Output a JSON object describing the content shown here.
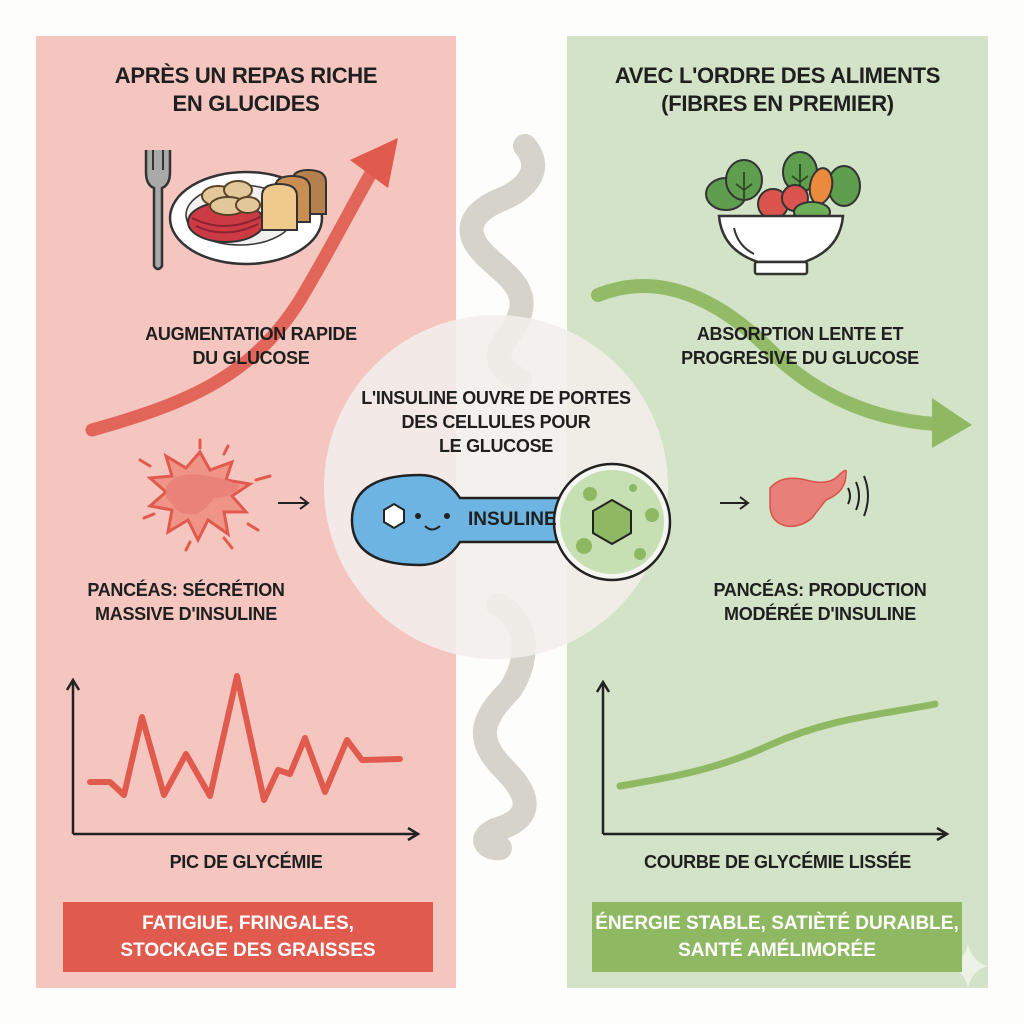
{
  "left_panel": {
    "title_line1": "APRÈS UN REPAS RICHE",
    "title_line2": "EN GLUCIDES",
    "food_icon": "pasta-plate-with-bread-and-fork-icon",
    "glucose_label_line1": "AUGMENTATION RAPIDE",
    "glucose_label_line2": "DU GLUCOSE",
    "arrow_icon": "rising-red-arrow-icon",
    "pancreas_icon": "exploding-pancreas-icon",
    "pancreas_label_line1": "PANCÉAS: SÉCRÉTION",
    "pancreas_label_line2": "MASSIVE D'INSULINE",
    "chart_label": "PIC DE GLYCÉMIE",
    "banner_line1": "FATIGIUE, FRINGALES,",
    "banner_line2": "STOCKAGE DES GRAISSES",
    "color": "#e05a4e",
    "background": "#f5c6c0"
  },
  "right_panel": {
    "title_line1": "AVEC L'ORDRE DES ALIMENTS",
    "title_line2": "(FIBRES EN PREMIER)",
    "food_icon": "salad-bowl-icon",
    "glucose_label_line1": "ABSORPTION LENTE ET",
    "glucose_label_line2": "PROGRESIVE DU GLUCOSE",
    "arrow_icon": "gentle-green-arrow-icon",
    "pancreas_icon": "calm-pancreas-icon",
    "pancreas_label_line1": "PANCÉAS: PRODUCTION",
    "pancreas_label_line2": "MODÉRÉE D'INSULINE",
    "chart_label": "COURBE DE GLYCÉMIE LISSÉE",
    "banner_line1": "ÉNERGIE STABLE, SATIÈTÉ DURAIBLE,",
    "banner_line2": "SANTÉ AMÉLIMORÉE",
    "color": "#8fb862",
    "background": "#d3e3c7"
  },
  "center": {
    "title_line1": "L'INSULINE OUVRE DE PORTES",
    "title_line2": "DES CELLULES POUR",
    "title_line3": "LE GLUCOSE",
    "key_label": "INSULINE",
    "key_color": "#6db4e2",
    "cell_color": "#a9cf8a"
  },
  "chart_data": [
    {
      "type": "line",
      "title": "PIC DE GLYCÉMIE",
      "xlabel": "",
      "ylabel": "",
      "x": [
        0,
        1,
        2,
        3,
        4,
        5,
        6,
        7,
        8,
        9,
        10,
        11,
        12,
        13,
        14,
        15,
        16
      ],
      "values": [
        40,
        40,
        35,
        80,
        35,
        60,
        33,
        100,
        30,
        48,
        44,
        68,
        37,
        67,
        52,
        52,
        52
      ],
      "note": "erratic spikes, axes without ticks",
      "color": "#e05a4e"
    },
    {
      "type": "line",
      "title": "COURBE DE GLYCÉMIE LISSÉE",
      "xlabel": "",
      "ylabel": "",
      "x": [
        0,
        1,
        2,
        3,
        4,
        5,
        6,
        7,
        8,
        9
      ],
      "values": [
        30,
        33,
        37,
        42,
        49,
        56,
        62,
        67,
        71,
        75
      ],
      "note": "smooth gradual rise, axes without ticks",
      "color": "#8fb862"
    }
  ]
}
